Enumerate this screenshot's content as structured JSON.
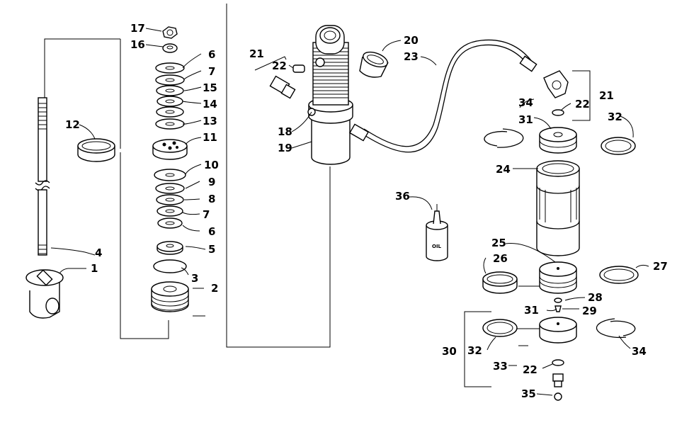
{
  "diagram": {
    "labels": {
      "c1": "1",
      "c2": "2",
      "c3": "3",
      "c4": "4",
      "c5": "5",
      "c6a": "6",
      "c6b": "6",
      "c7a": "7",
      "c7b": "7",
      "c8": "8",
      "c9": "9",
      "c10": "10",
      "c11": "11",
      "c12": "12",
      "c13": "13",
      "c14": "14",
      "c15": "15",
      "c16": "16",
      "c17": "17",
      "c18": "18",
      "c19": "19",
      "c20": "20",
      "c21a": "21",
      "c21b": "21",
      "c22a": "22",
      "c22b": "22",
      "c22c": "22",
      "c23": "23",
      "c24": "24",
      "c25": "25",
      "c26": "26",
      "c27": "27",
      "c28": "28",
      "c29": "29",
      "c30": "30",
      "c31a": "31",
      "c31b": "31",
      "c32a": "32",
      "c32b": "32",
      "c33": "33",
      "c34a": "34",
      "c34b": "34",
      "c35": "35",
      "c36": "36"
    },
    "oil_bottle_text": "OIL"
  }
}
